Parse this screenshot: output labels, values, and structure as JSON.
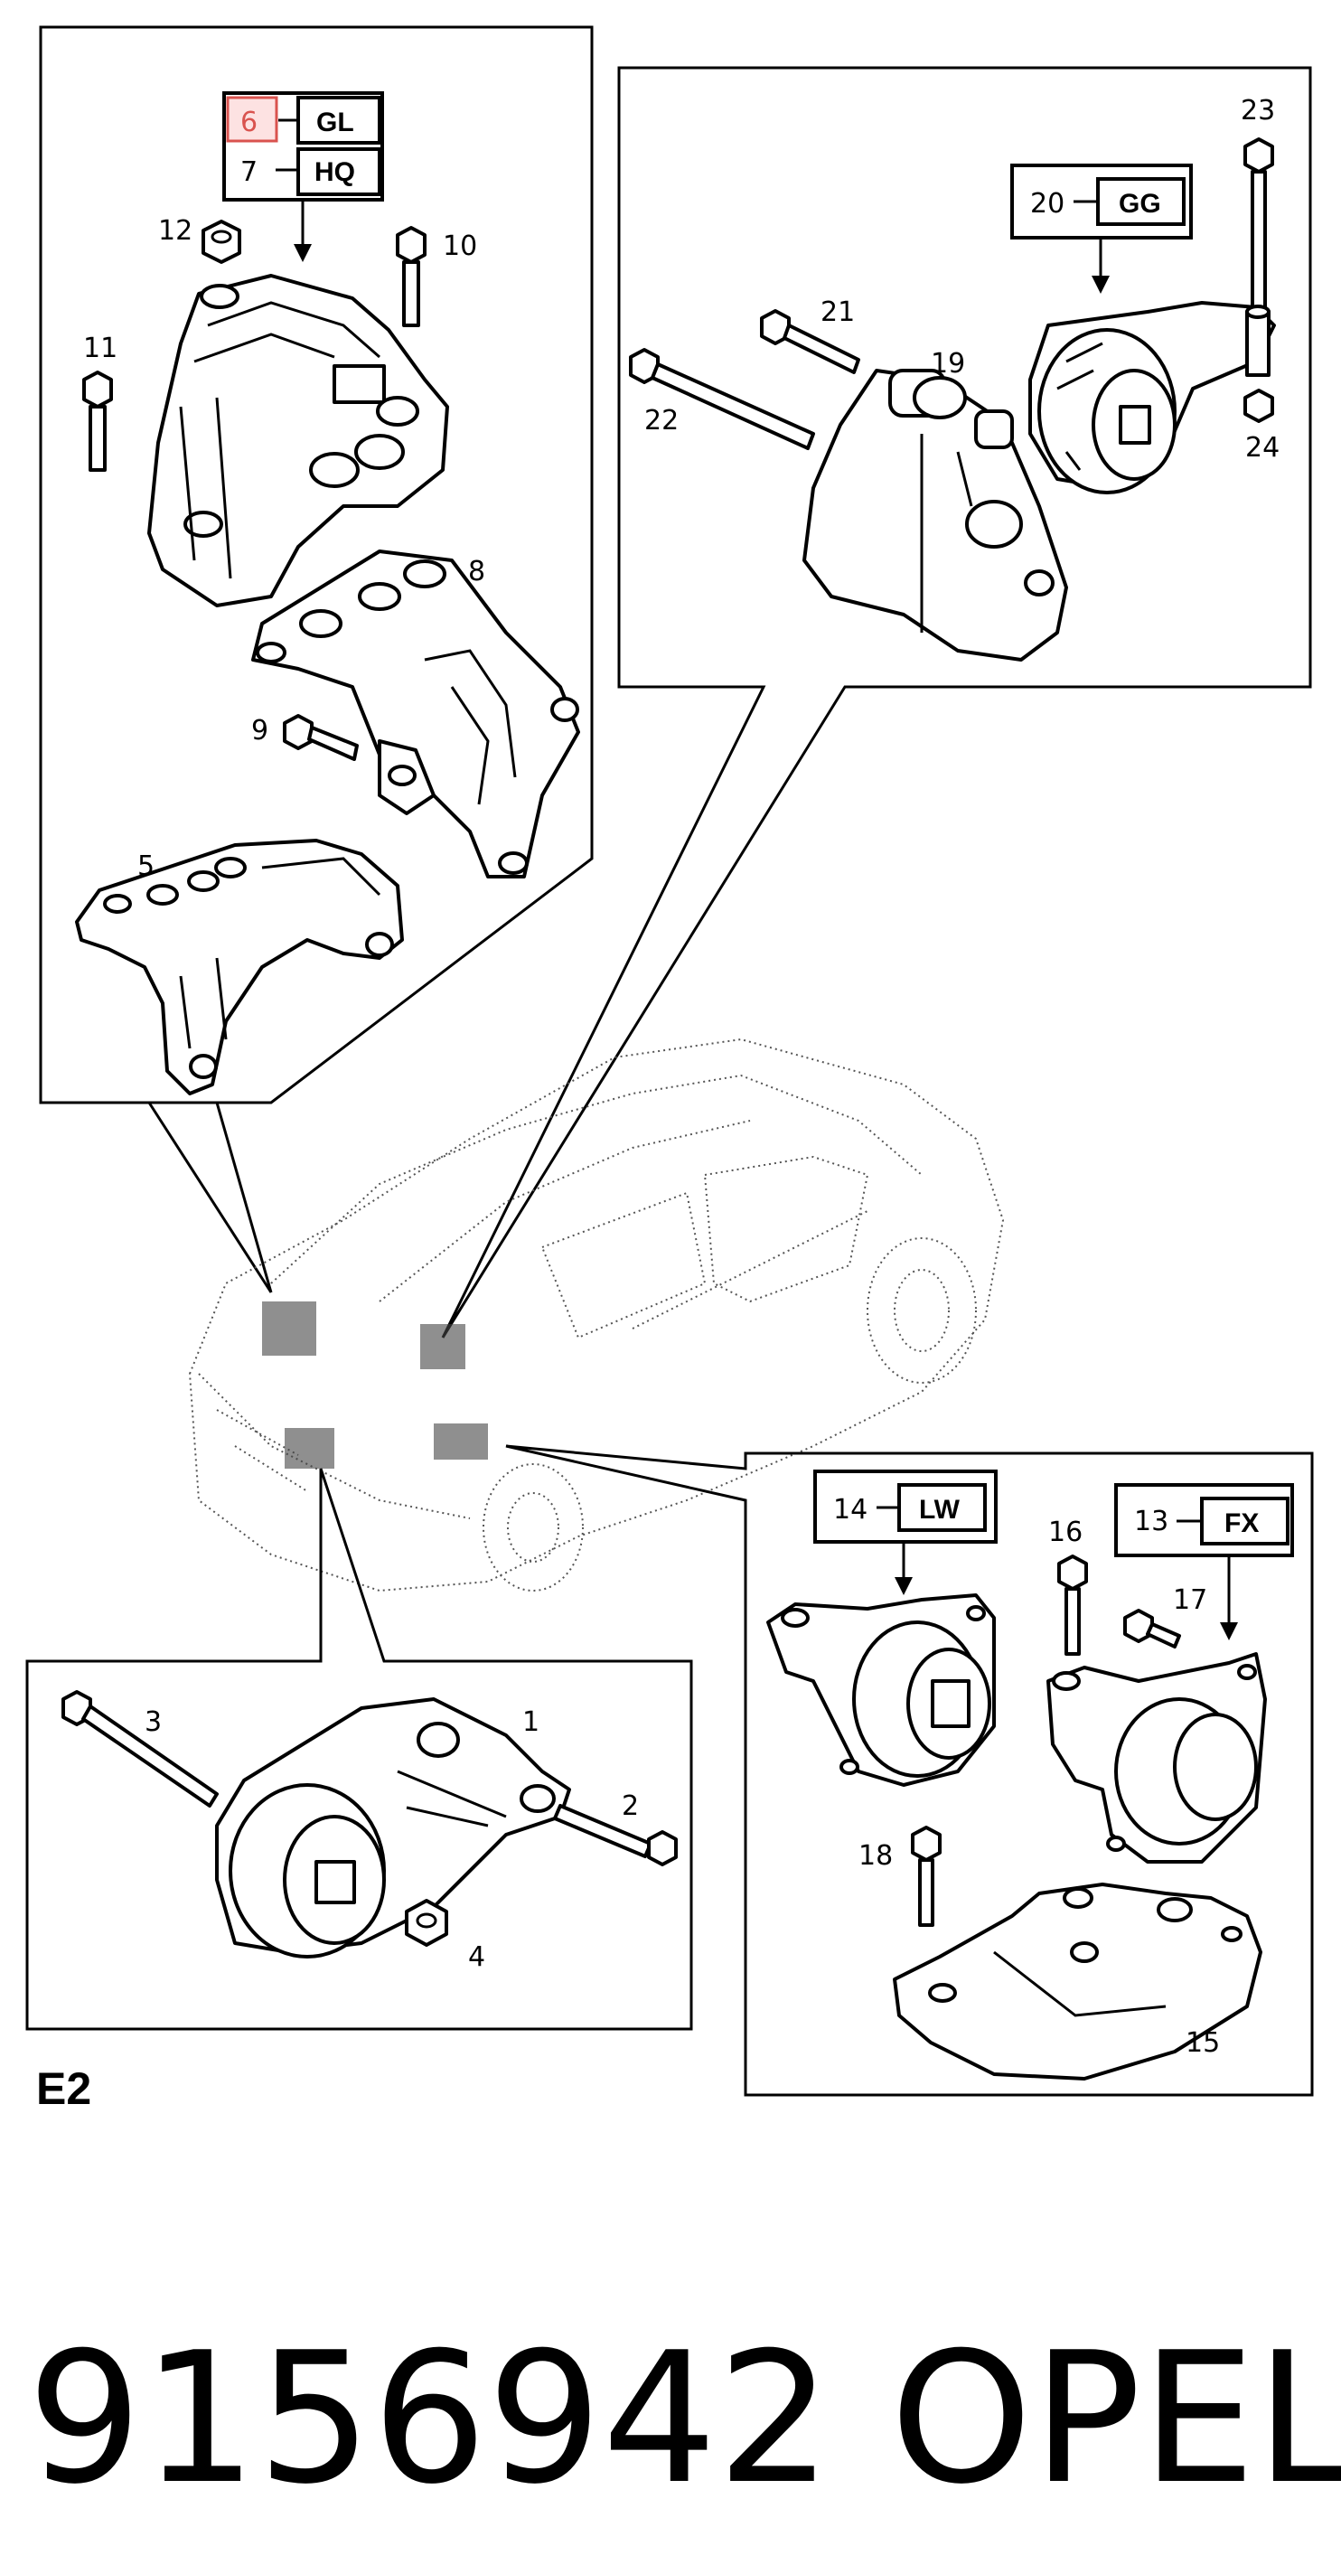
{
  "section_label": "E2",
  "part_number": "9156942",
  "brand": "OPEL",
  "highlight_color": "#d9534f",
  "callouts": {
    "c1": "1",
    "c2": "2",
    "c3": "3",
    "c4": "4",
    "c5": "5",
    "c6": "6",
    "c7": "7",
    "c8": "8",
    "c9": "9",
    "c10": "10",
    "c11": "11",
    "c12": "12",
    "c13": "13",
    "c14": "14",
    "c15": "15",
    "c16": "16",
    "c17": "17",
    "c18": "18",
    "c19": "19",
    "c20": "20",
    "c21": "21",
    "c22": "22",
    "c23": "23",
    "c24": "24"
  },
  "codes": {
    "gl": "GL",
    "hq": "HQ",
    "gg": "GG",
    "lw": "LW",
    "fx": "FX"
  }
}
